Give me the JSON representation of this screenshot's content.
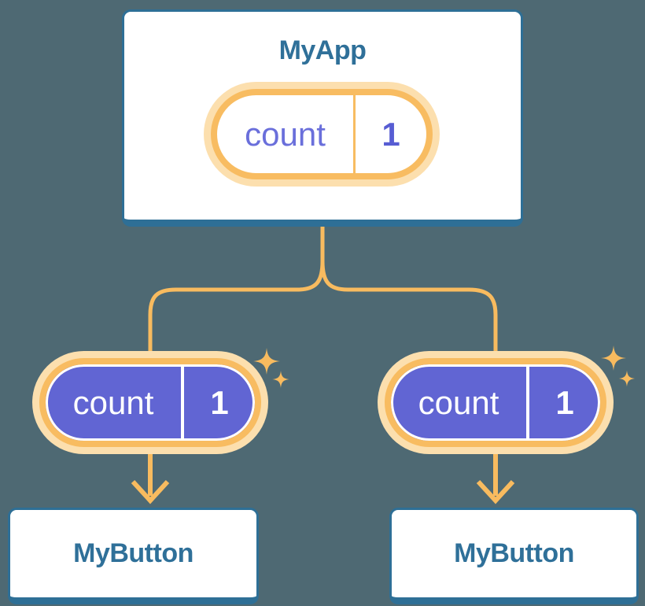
{
  "diagram": {
    "description": "React component tree passing state down as props",
    "background_color": "#4e6973",
    "root": {
      "title": "MyApp",
      "state_pill": {
        "label": "count",
        "value": "1"
      }
    },
    "children": [
      {
        "title": "MyButton",
        "prop_pill": {
          "label": "count",
          "value": "1"
        }
      },
      {
        "title": "MyButton",
        "prop_pill": {
          "label": "count",
          "value": "1"
        }
      }
    ],
    "colors": {
      "card_bg": "#ffffff",
      "card_border": "#2e6f96",
      "card_text": "#2f7099",
      "pill_ring": "#f8bc61",
      "pill_glow": "#fcdfae",
      "pill_fill_purple": "#6165d3",
      "pill_label_purple": "#6a6fdb",
      "pill_value_purple": "#575dd3",
      "pill_text_on_fill": "#ffffff",
      "connector_orange": "#f8bb5f"
    }
  }
}
